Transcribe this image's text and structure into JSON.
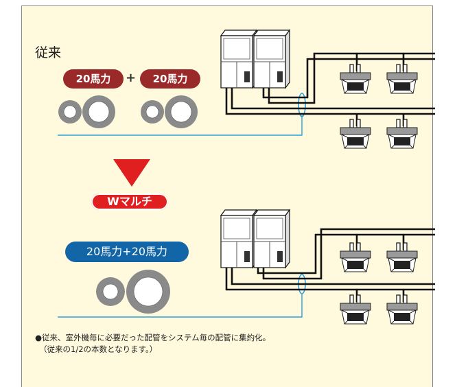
{
  "conventional": {
    "label": "従来",
    "unit_left": "20馬力",
    "plus": "+",
    "unit_right": "20馬力"
  },
  "wmulti": {
    "badge": "Wマルチ",
    "combined": "20馬力+20馬力"
  },
  "note": {
    "line1": "●従来、室外機毎に必要だった配管をシステム毎の配管に集約化。",
    "line2": "（従来の1/2の本数となります。）"
  },
  "colors": {
    "background": "#fff9dd",
    "pill_red": "#9a2a2a",
    "pill_blue": "#1266a8",
    "arrow_red": "#e02020",
    "pipe_blue": "#2aa0d8",
    "pipe_ring": "#808080"
  }
}
